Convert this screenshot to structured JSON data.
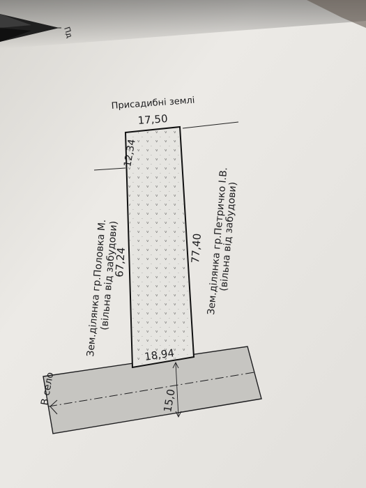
{
  "compass": {
    "label": "Пд"
  },
  "plot": {
    "top_width": "17,50",
    "top_offset": "12,34",
    "left_side": "67,24",
    "right_side": "77,40",
    "bottom_width": "18,94"
  },
  "road": {
    "width": "15,0",
    "direction": "В село"
  },
  "neighbors": {
    "top": "Присадибні землі",
    "left_line1": "Зем.ділянка гр.Половка М.",
    "left_line2": "(вільна від забудови)",
    "right_line1": "Зем.ділянка гр.Петричко І.В.",
    "right_line2": "(вільна від забудови)"
  },
  "colors": {
    "paper": "#e9e8e4",
    "paper_shadow": "#c9c6c0",
    "road_fill": "#c6c5c1",
    "ink": "#1d1d1f"
  }
}
